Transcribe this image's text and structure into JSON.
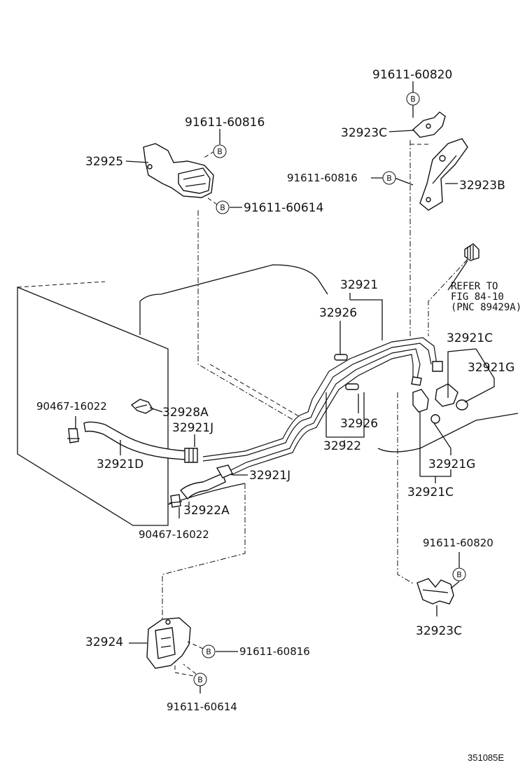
{
  "labels": {
    "p_91611_60820_top": "91611-60820",
    "p_32923C_top": "32923C",
    "p_91611_60816_right": "91611-60816",
    "p_32923B": "32923B",
    "p_91611_60816_left": "91611-60816",
    "p_32925": "32925",
    "p_91611_60614_top": "91611-60614",
    "refer_line1": "REFER TO",
    "refer_line2": "FIG 84-10",
    "refer_line3": "(PNC 89429A)",
    "p_32921": "32921",
    "p_32926_top": "32926",
    "p_32921C_top": "32921C",
    "p_32921G_top": "32921G",
    "p_90467_top": "90467-16022",
    "p_32928A": "32928A",
    "p_32921J_top": "32921J",
    "p_32926_bot": "32926",
    "p_32921D": "32921D",
    "p_32922": "32922",
    "p_32921G_bot": "32921G",
    "p_32921J_bot": "32921J",
    "p_32922A": "32922A",
    "p_32921C_bot": "32921C",
    "p_90467_bot": "90467-16022",
    "p_91611_60820_bot": "91611-60820",
    "p_32923C_bot": "32923C",
    "p_32924": "32924",
    "p_91611_60816_bot": "91611-60816",
    "p_91611_60614_bot": "91611-60614",
    "diagram_code": "351085E",
    "bolt_marker": "B"
  }
}
